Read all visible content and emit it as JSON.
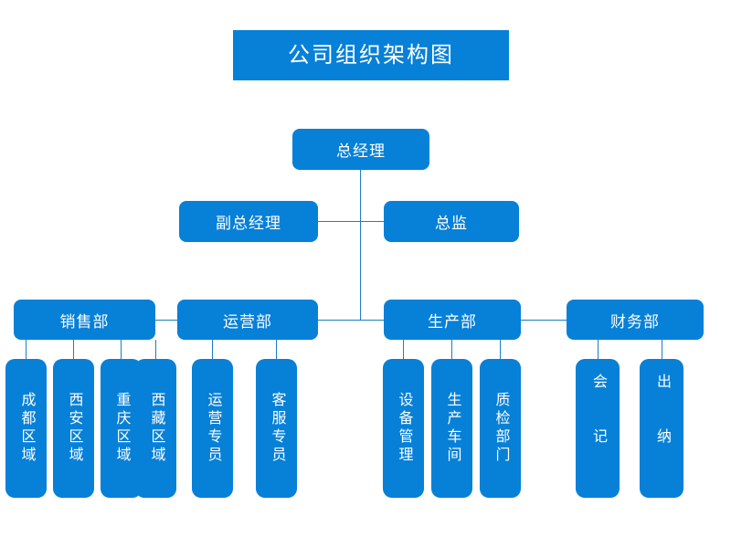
{
  "chart": {
    "title": "公司组织架构图",
    "accent_color": "#0780d8",
    "line_color": "#1b7fc4",
    "background_color": "#ffffff",
    "text_color": "#ffffff"
  },
  "levels": {
    "top": {
      "label": "总经理"
    },
    "executive": [
      {
        "label": "副总经理"
      },
      {
        "label": "总监"
      }
    ],
    "departments": [
      {
        "label": "销售部"
      },
      {
        "label": "运营部"
      },
      {
        "label": "生产部"
      },
      {
        "label": "财务部"
      }
    ],
    "sales_units": [
      {
        "label": "成都区域"
      },
      {
        "label": "西安区域"
      },
      {
        "label": "重庆区域"
      },
      {
        "label": "西藏区域"
      }
    ],
    "operations_units": [
      {
        "label": "运营专员"
      },
      {
        "label": "客服专员"
      }
    ],
    "production_units": [
      {
        "label": "设备管理"
      },
      {
        "label": "生产车间"
      },
      {
        "label": "质检部门"
      }
    ],
    "finance_units": [
      {
        "label": "会记"
      },
      {
        "label": "出纳"
      }
    ]
  }
}
